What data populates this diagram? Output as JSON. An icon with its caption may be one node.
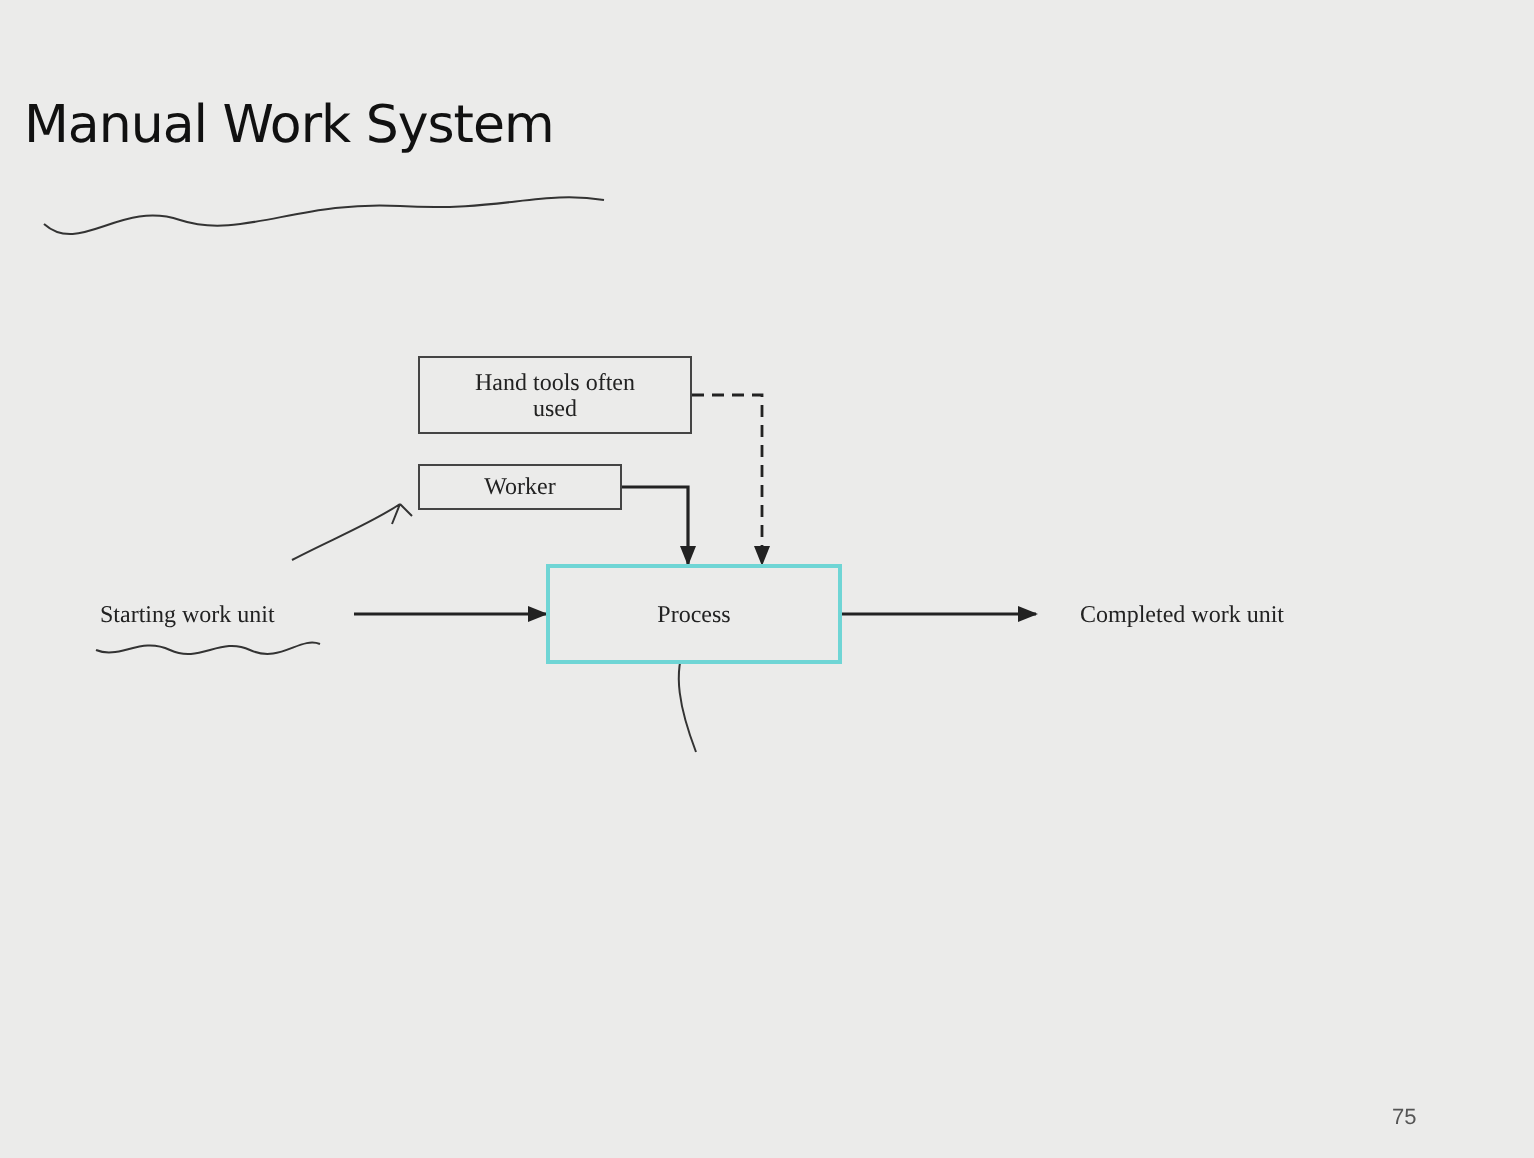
{
  "diagram": {
    "title": "Manual Work System",
    "nodes": [
      {
        "text": [
          "Hand tools often used"
        ]
      },
      {
        "text": [
          "Worker"
        ]
      },
      {
        "text": [
          "Starting work unit"
        ]
      },
      {
        "text": [
          "Process"
        ]
      },
      {
        "text": [
          "Completed work unit"
        ]
      }
    ],
    "edges": [
      {
        "from": 0,
        "to": 3,
        "arrow": "to",
        "style": "dashed"
      },
      {
        "from": 1,
        "to": 3,
        "arrow": "to"
      },
      {
        "from": 2,
        "to": 3,
        "arrow": "to"
      },
      {
        "from": 3,
        "to": 4,
        "arrow": "to"
      }
    ],
    "labels": [
      "75"
    ]
  }
}
